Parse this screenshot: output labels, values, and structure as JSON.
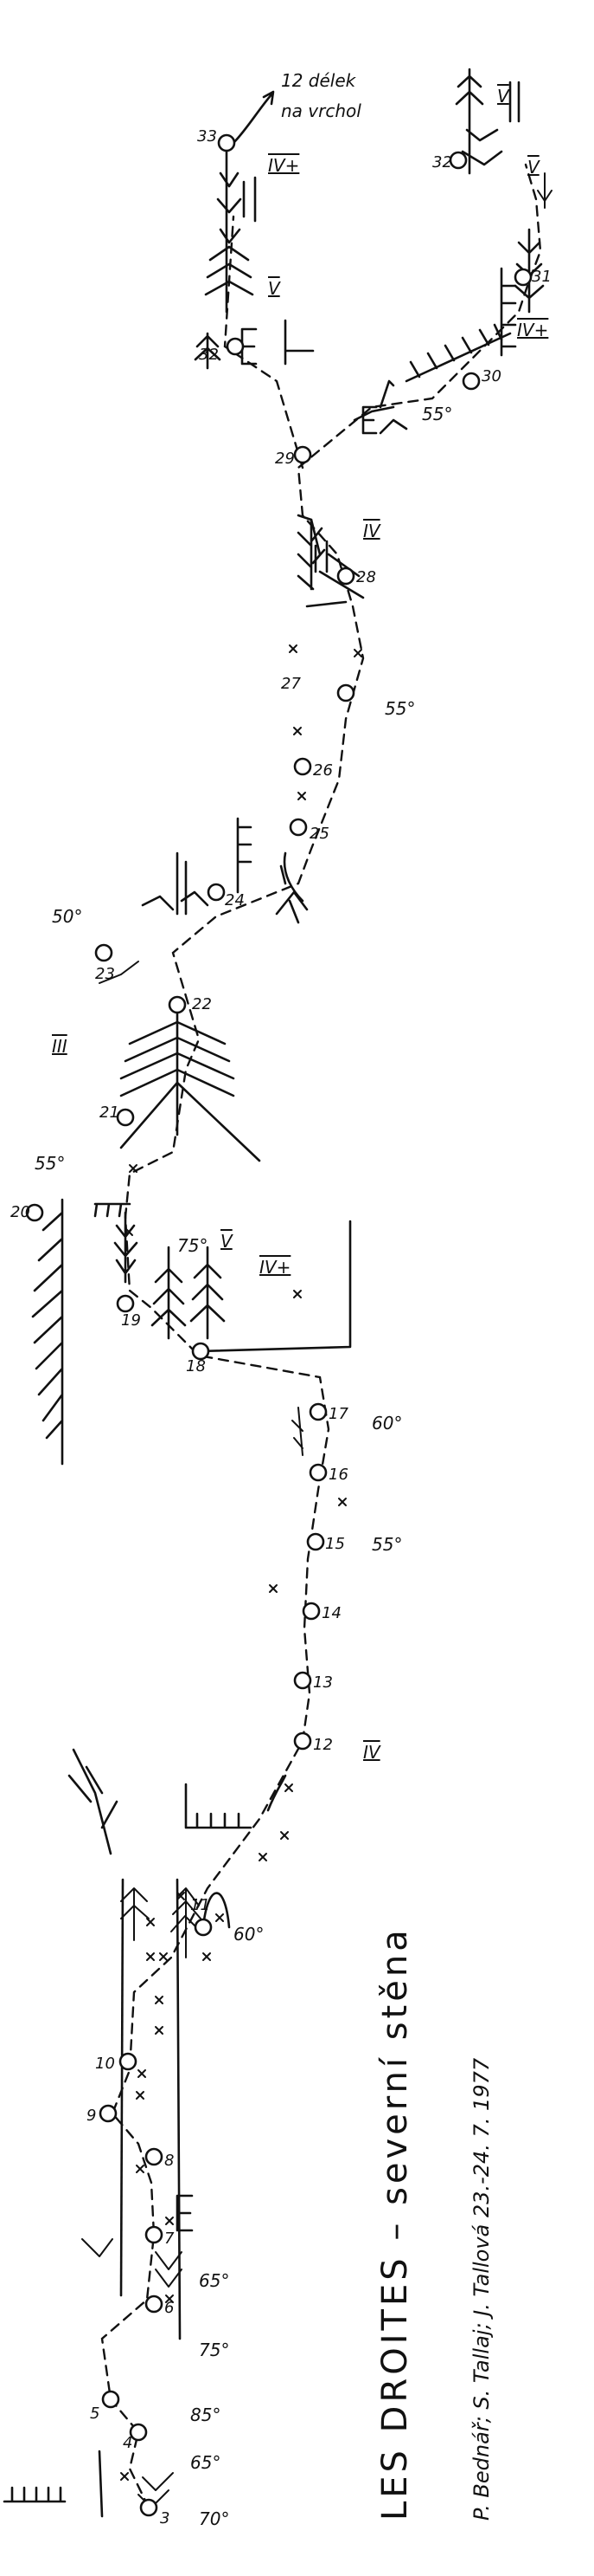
{
  "top_note": {
    "line1": "12 délek",
    "line2": "na vrchol"
  },
  "belays": [
    "3",
    "4",
    "5",
    "6",
    "7",
    "8",
    "9",
    "10",
    "11",
    "12",
    "13",
    "14",
    "15",
    "16",
    "17",
    "18",
    "19",
    "20",
    "21",
    "22",
    "23",
    "24",
    "25",
    "26",
    "27",
    "28",
    "29",
    "30",
    "31",
    "32",
    "32",
    "33"
  ],
  "grades": [
    "IV+",
    "V",
    "IV+",
    "V",
    "V",
    "IV",
    "III",
    "V",
    "IV+",
    "IV"
  ],
  "angles": [
    "70°",
    "65°",
    "85°",
    "75°",
    "65°",
    "60°",
    "55°",
    "60°",
    "75°",
    "55°",
    "50°",
    "55°",
    "55°"
  ],
  "title": "LES DROITES – severní stěna",
  "credits": "P. Bednář; S. Tallaj; J. Tallová   23.-24. 7. 1977"
}
